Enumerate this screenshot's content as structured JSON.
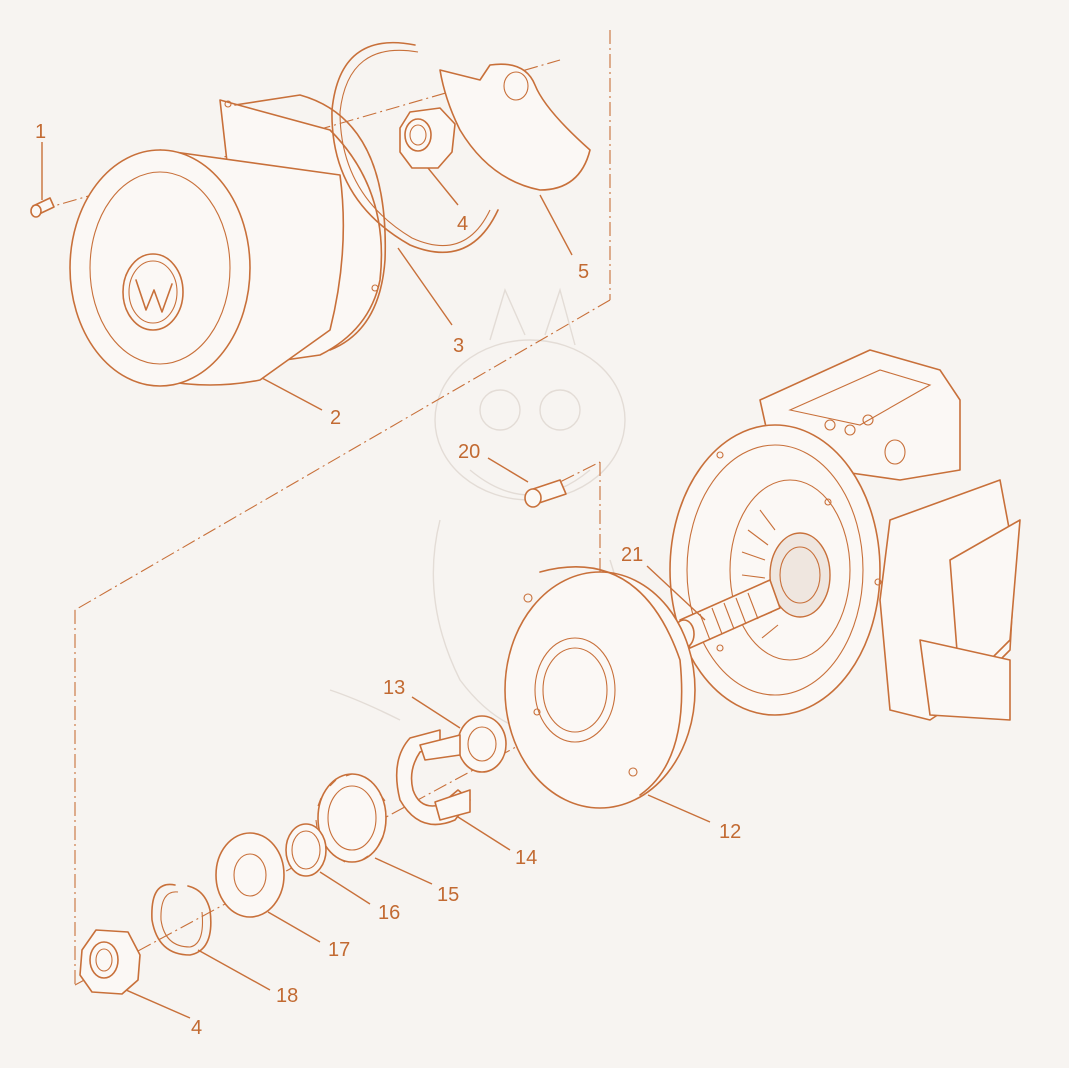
{
  "colors": {
    "line": "#c8703a",
    "background": "#f7f4f1"
  },
  "logo": {
    "icon": "w-logo-icon"
  },
  "callouts": [
    {
      "id": "c1",
      "label": "1"
    },
    {
      "id": "c2",
      "label": "2"
    },
    {
      "id": "c3",
      "label": "3"
    },
    {
      "id": "c4a",
      "label": "4"
    },
    {
      "id": "c5",
      "label": "5"
    },
    {
      "id": "c20",
      "label": "20"
    },
    {
      "id": "c21",
      "label": "21"
    },
    {
      "id": "c12",
      "label": "12"
    },
    {
      "id": "c13",
      "label": "13"
    },
    {
      "id": "c14",
      "label": "14"
    },
    {
      "id": "c15",
      "label": "15"
    },
    {
      "id": "c16",
      "label": "16"
    },
    {
      "id": "c17",
      "label": "17"
    },
    {
      "id": "c18",
      "label": "18"
    },
    {
      "id": "c4b",
      "label": "4"
    }
  ]
}
